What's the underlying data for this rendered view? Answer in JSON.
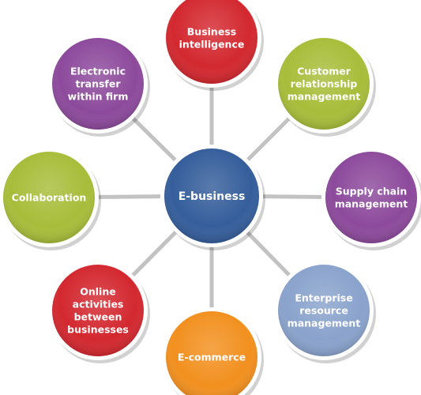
{
  "diagram": {
    "center": {
      "lines": [
        "E-business"
      ],
      "color": "#355e9b"
    },
    "nodes": [
      {
        "id": "business-intelligence",
        "lines": [
          "Business",
          "intelligence"
        ],
        "color": "#d3282f"
      },
      {
        "id": "customer-relationship-management",
        "lines": [
          "Customer",
          "relationship",
          "management"
        ],
        "color": "#a8bd3a"
      },
      {
        "id": "supply-chain-management",
        "lines": [
          "Supply chain",
          "management"
        ],
        "color": "#8d4a9c"
      },
      {
        "id": "enterprise-resource-management",
        "lines": [
          "Enterprise",
          "resource",
          "management"
        ],
        "color": "#8aa3cc"
      },
      {
        "id": "e-commerce",
        "lines": [
          "E-commerce"
        ],
        "color": "#f2901f"
      },
      {
        "id": "online-activities-between-businesses",
        "lines": [
          "Online",
          "activities",
          "between",
          "businesses"
        ],
        "color": "#d3282f"
      },
      {
        "id": "collaboration",
        "lines": [
          "Collaboration"
        ],
        "color": "#a8bd3a"
      },
      {
        "id": "electronic-transfer-within-firm",
        "lines": [
          "Electronic",
          "transfer",
          "within firm"
        ],
        "color": "#8d4a9c"
      }
    ],
    "connector_color": "#c2c2c2",
    "ring_color": "#ffffff",
    "shadow_color": "#000000"
  }
}
